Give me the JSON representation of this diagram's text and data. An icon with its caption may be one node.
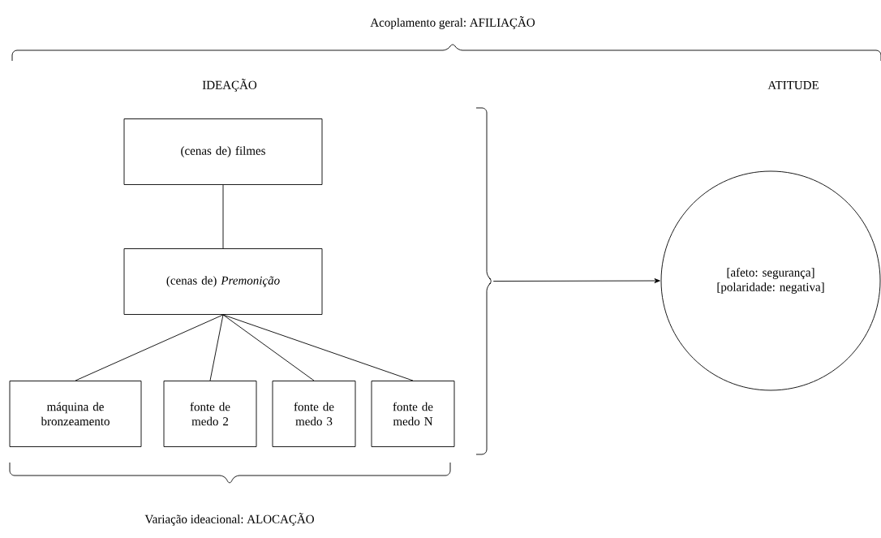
{
  "diagram": {
    "nodes": [
      {
        "text": [
          "(cenas de) filmes"
        ]
      },
      {
        "text": [
          "(cenas de) *Premonição*"
        ]
      },
      {
        "text": [
          "máquina de bronzeamento"
        ]
      },
      {
        "text": [
          "fonte de medo 2"
        ]
      },
      {
        "text": [
          "fonte de medo 3"
        ]
      },
      {
        "text": [
          "fonte de medo N"
        ]
      },
      {
        "text": [
          "[afeto: segurança] [polaridade: negativa]"
        ]
      },
      {
        "text": [],
        "shape": "brace"
      }
    ],
    "edges": [
      {
        "from": 0,
        "to": 1,
        "arrow": "none"
      },
      {
        "from": 1,
        "to": 2,
        "arrow": "none"
      },
      {
        "from": 1,
        "to": 3,
        "arrow": "none"
      },
      {
        "from": 1,
        "to": 4,
        "arrow": "none"
      },
      {
        "from": 1,
        "to": 5,
        "arrow": "none"
      },
      {
        "from": 7,
        "to": 6,
        "arrow": "to"
      }
    ],
    "labels": [
      "Acoplamento geral: AFILIAÇÃO",
      "IDEAÇÃO",
      "ATITUDE",
      "Variação ideacional: ALOCAÇÃO"
    ]
  }
}
